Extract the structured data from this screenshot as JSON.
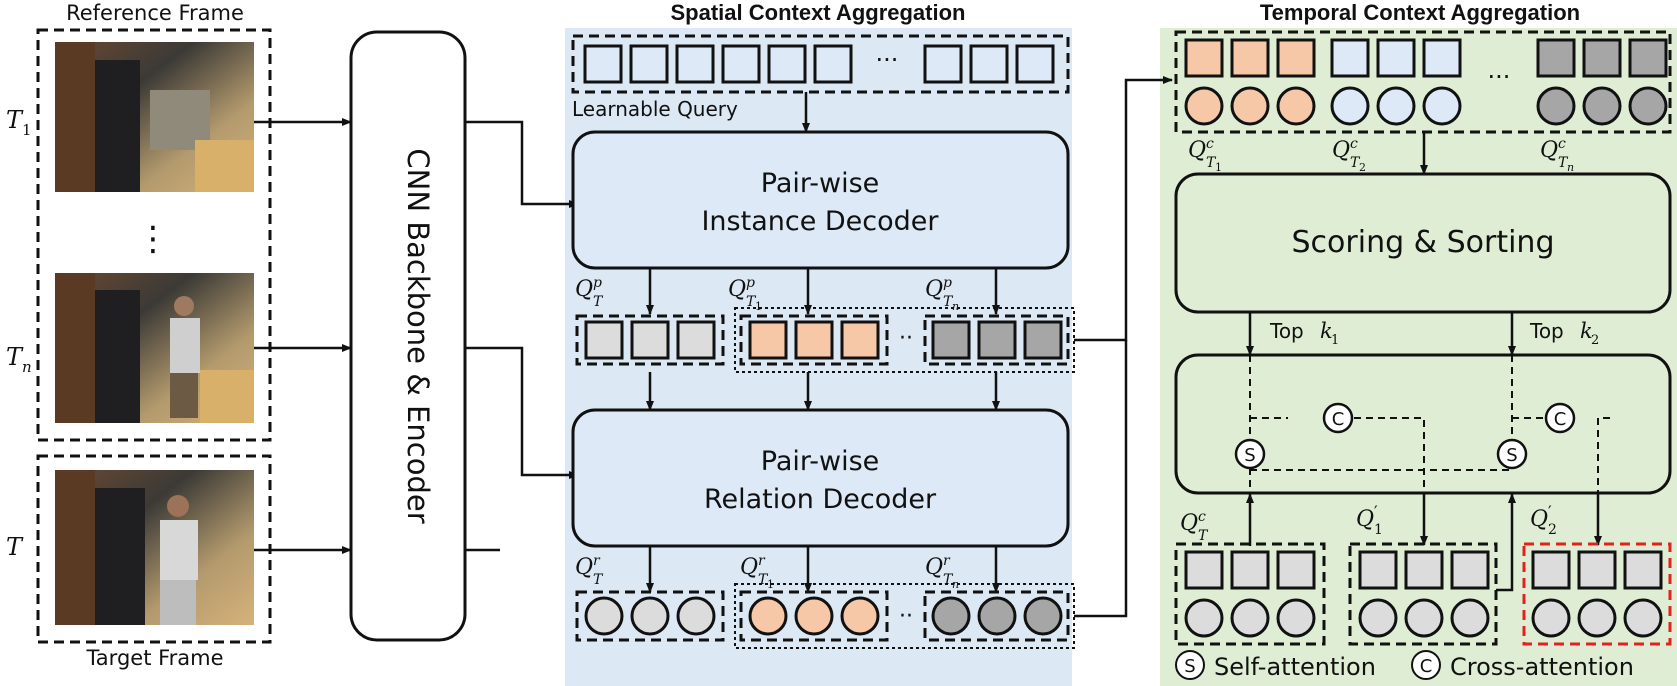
{
  "titles": {
    "spatial": "Spatial Context Aggregation",
    "temporal": "Temporal Context Aggregation"
  },
  "frames": {
    "reference_label": "Reference Frame",
    "target_label": "Target Frame",
    "t1": "T",
    "t1_sub": "1",
    "tn": "T",
    "tn_sub": "n",
    "t": "T",
    "ellipsis": "⋮"
  },
  "backbone": {
    "label": "CNN Backbone  &  Encoder"
  },
  "spatial": {
    "learnable_query": "Learnable Query",
    "query_ellipsis": "···",
    "instance_decoder_line1": "Pair-",
    "instance_decoder_line2": "wise",
    "instance_decoder_line3": "Instance Decoder",
    "relation_decoder_line1": "Pair-",
    "relation_decoder_line2": "wise",
    "relation_decoder_line3": "Relation Decoder",
    "row_ellipsis": "··",
    "q_letter": "Q",
    "p_sup": "p",
    "r_sup": "r",
    "sub_t": "T",
    "sub_1": "1",
    "sub_n": "n"
  },
  "temporal": {
    "scoring": "Scoring & Sorting",
    "top_label": "Top",
    "k": "k",
    "k1_sub": "1",
    "k2_sub": "2",
    "self_symbol": "S",
    "cross_symbol": "C",
    "legend_self": "Self-attention",
    "legend_cross": "Cross-attention",
    "q_letter": "Q",
    "c_sup": "c",
    "prime": "′",
    "q1_sub": "1",
    "q2_sub": "2",
    "sub_t": "T",
    "sub_1": "1",
    "sub_2": "2",
    "sub_n": "n",
    "ellipsis": "···"
  },
  "colors": {
    "spatial_bg": "#dce8f4",
    "temporal_bg": "#deedd4",
    "query_blue": "#dde9f6",
    "orange": "#f6c8a8",
    "light_gray": "#dcdcdc",
    "dark_gray": "#a6a6a6",
    "highlight_red": "#e0241b"
  }
}
